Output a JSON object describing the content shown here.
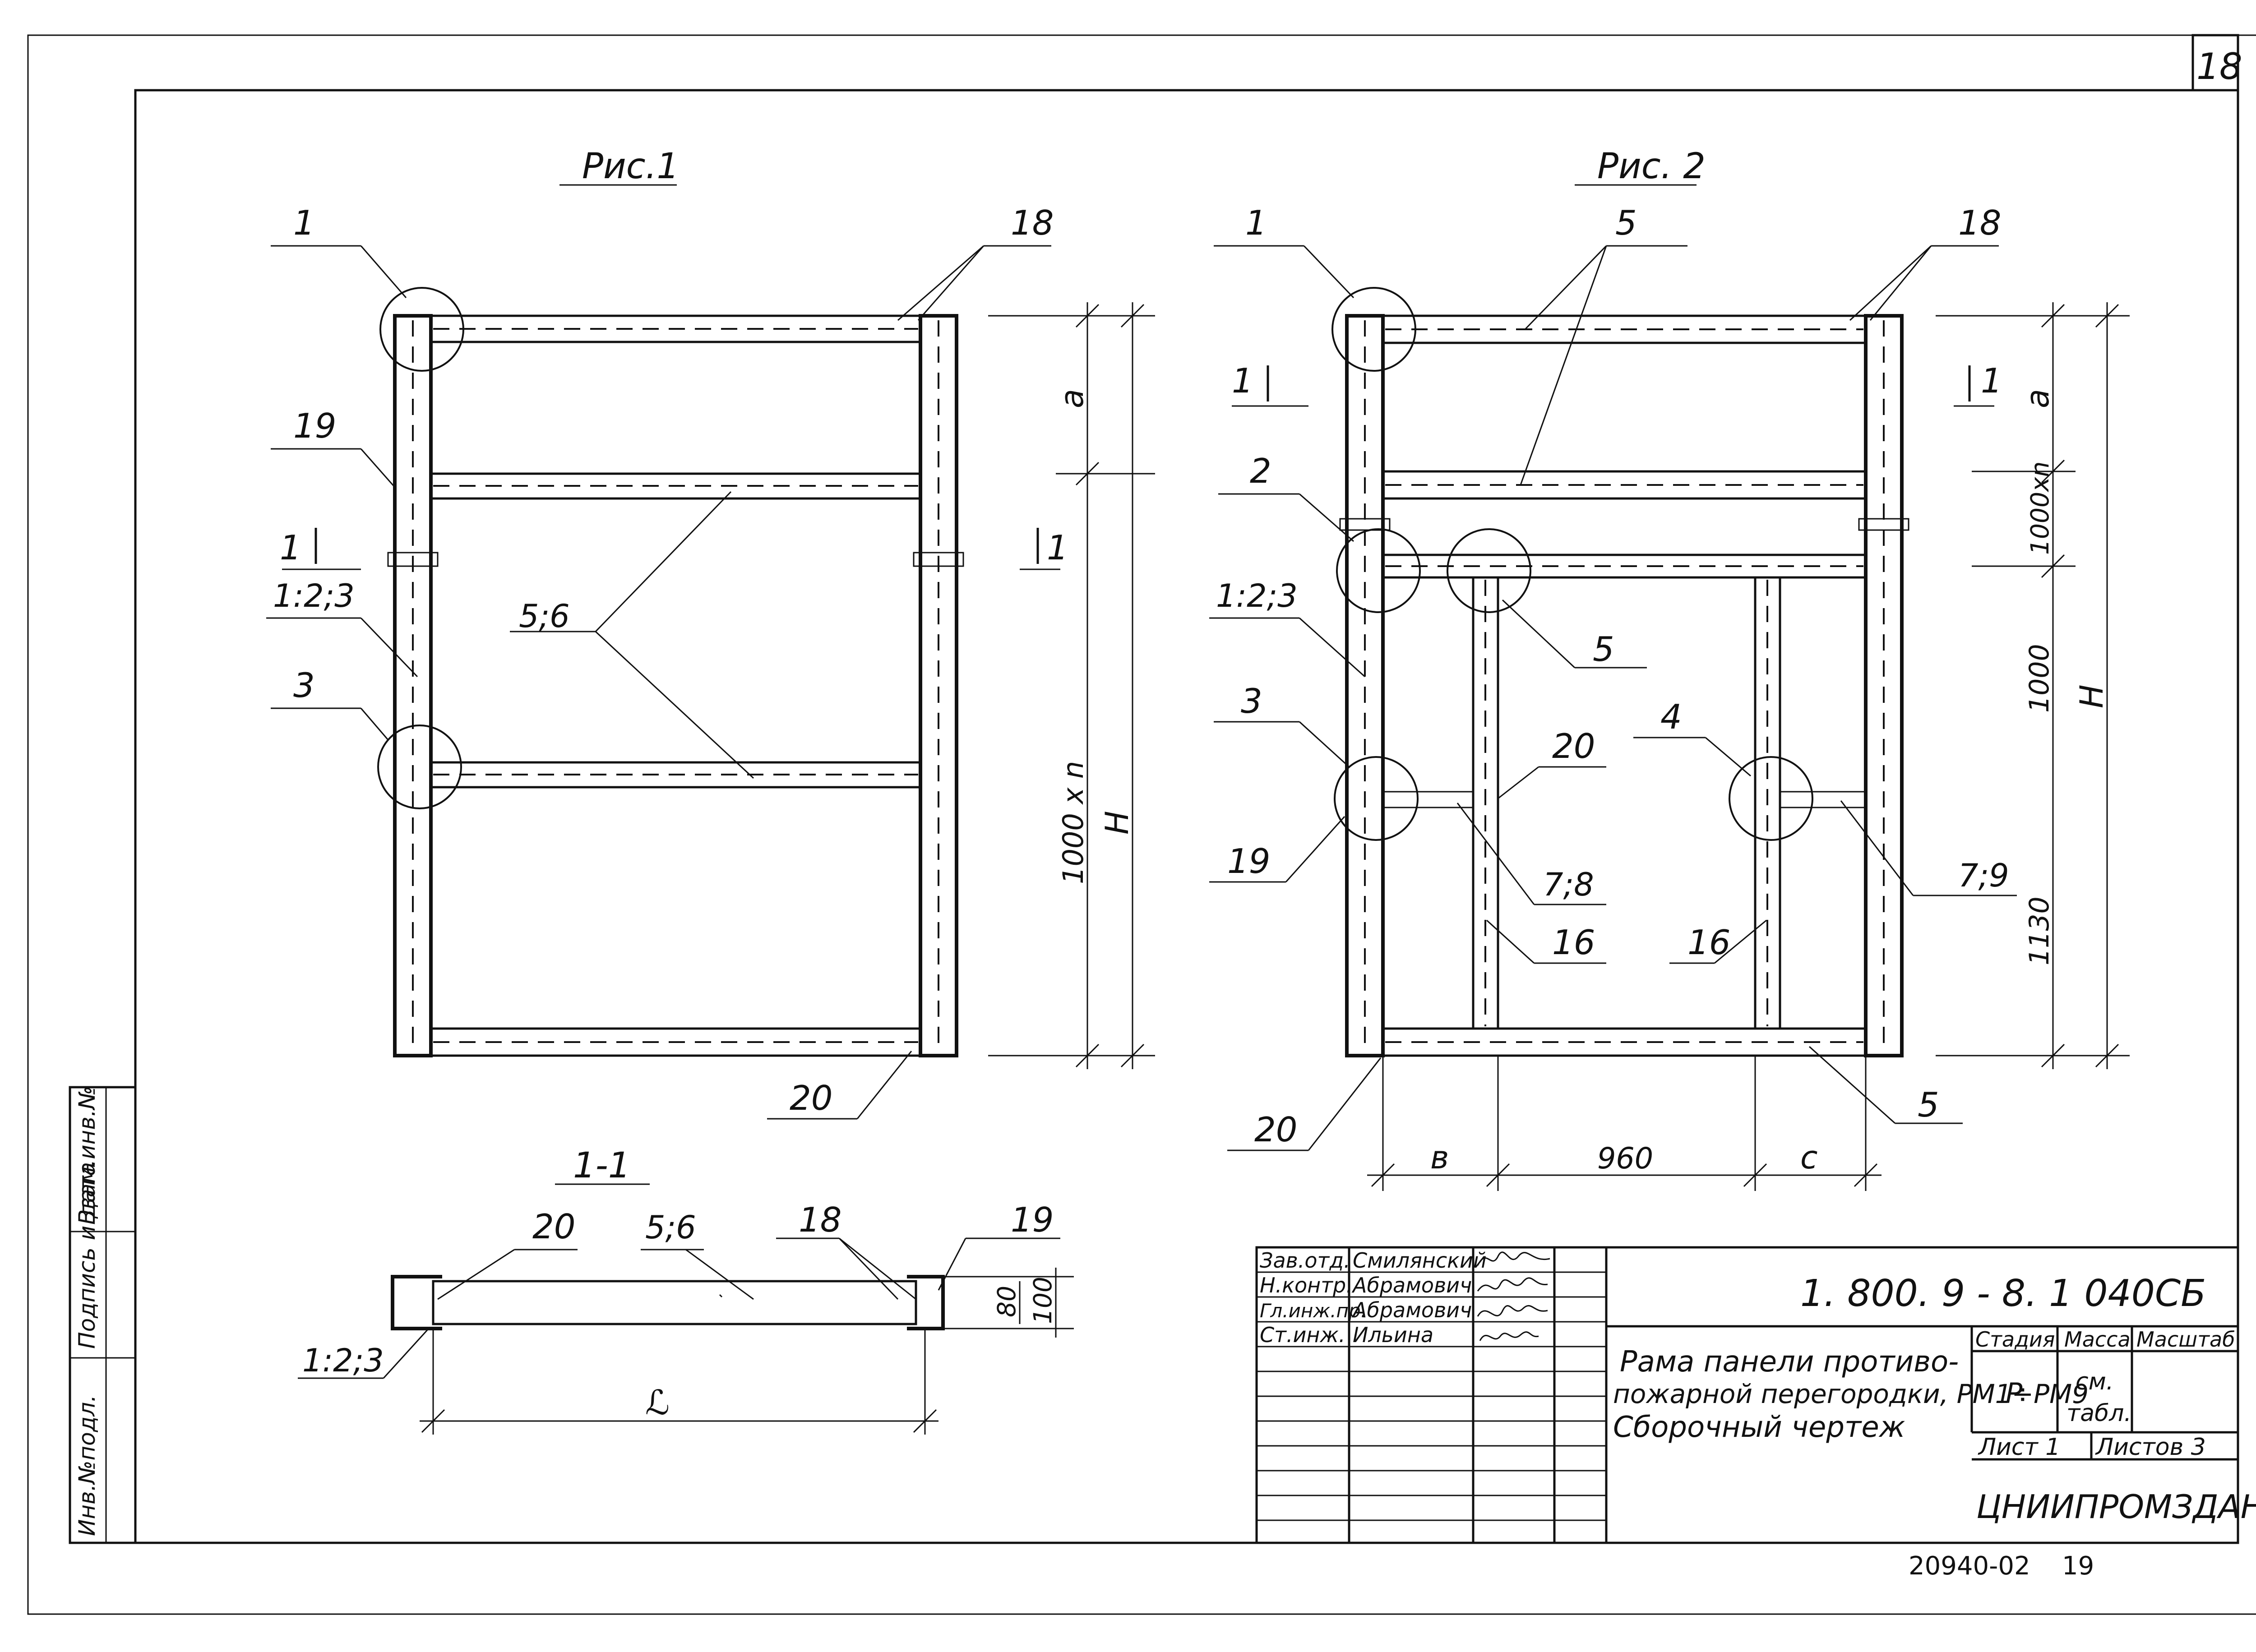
{
  "sheet": {
    "page_number": "18",
    "bottom_code": "20940-02",
    "bottom_number": "19"
  },
  "fig1": {
    "title": "Рис.1",
    "callouts": [
      "1",
      "18",
      "19",
      "1:2;3",
      "3",
      "5;6",
      "20"
    ],
    "section_mark": "1",
    "dims": {
      "a": "a",
      "span": "1000 x n",
      "H": "H"
    }
  },
  "fig2": {
    "title": "Рис. 2",
    "callouts": [
      "1",
      "5",
      "18",
      "2",
      "1:2;3",
      "5",
      "3",
      "20",
      "19",
      "7;8",
      "16",
      "4",
      "7;9",
      "16",
      "20",
      "5"
    ],
    "section_mark": "1",
    "dims": {
      "a": "a",
      "span": "1000xn",
      "d1000": "1000",
      "H": "H",
      "d1130": "1130",
      "b": "в",
      "d960": "960",
      "c": "с"
    }
  },
  "section11": {
    "title": "1-1",
    "callouts": [
      "20",
      "5;6",
      "18",
      "19",
      "1:2;3"
    ],
    "dims": {
      "h80": "80",
      "h100": "100",
      "width": "ℒ"
    }
  },
  "side_stamp": [
    "Инв.№подл.",
    "Подпись и дата",
    "Взам.инв.№"
  ],
  "title_block": {
    "signers": [
      {
        "role": "Зав.отд.",
        "name": "Смилянский"
      },
      {
        "role": "Н.контр.",
        "name": "Абрамович"
      },
      {
        "role": "Гл.инж.пр.",
        "name": "Абрамович"
      },
      {
        "role": "Ст.инж.",
        "name": "Ильина"
      }
    ],
    "designation": "1. 800. 9 - 8. 1 040СБ",
    "name_lines": [
      "Рама панели противо-",
      "пожарной перегородки, РМ1÷РМ9",
      "Сборочный  чертеж"
    ],
    "col_headers": [
      "Стадия",
      "Масса",
      "Масштаб"
    ],
    "stage": "Р",
    "mass_lines": [
      "см.",
      "табл."
    ],
    "sheet_label": "Лист 1",
    "sheets_label": "Листов 3",
    "organization": "ЦНИИПРОМЗДАНИЙ"
  }
}
